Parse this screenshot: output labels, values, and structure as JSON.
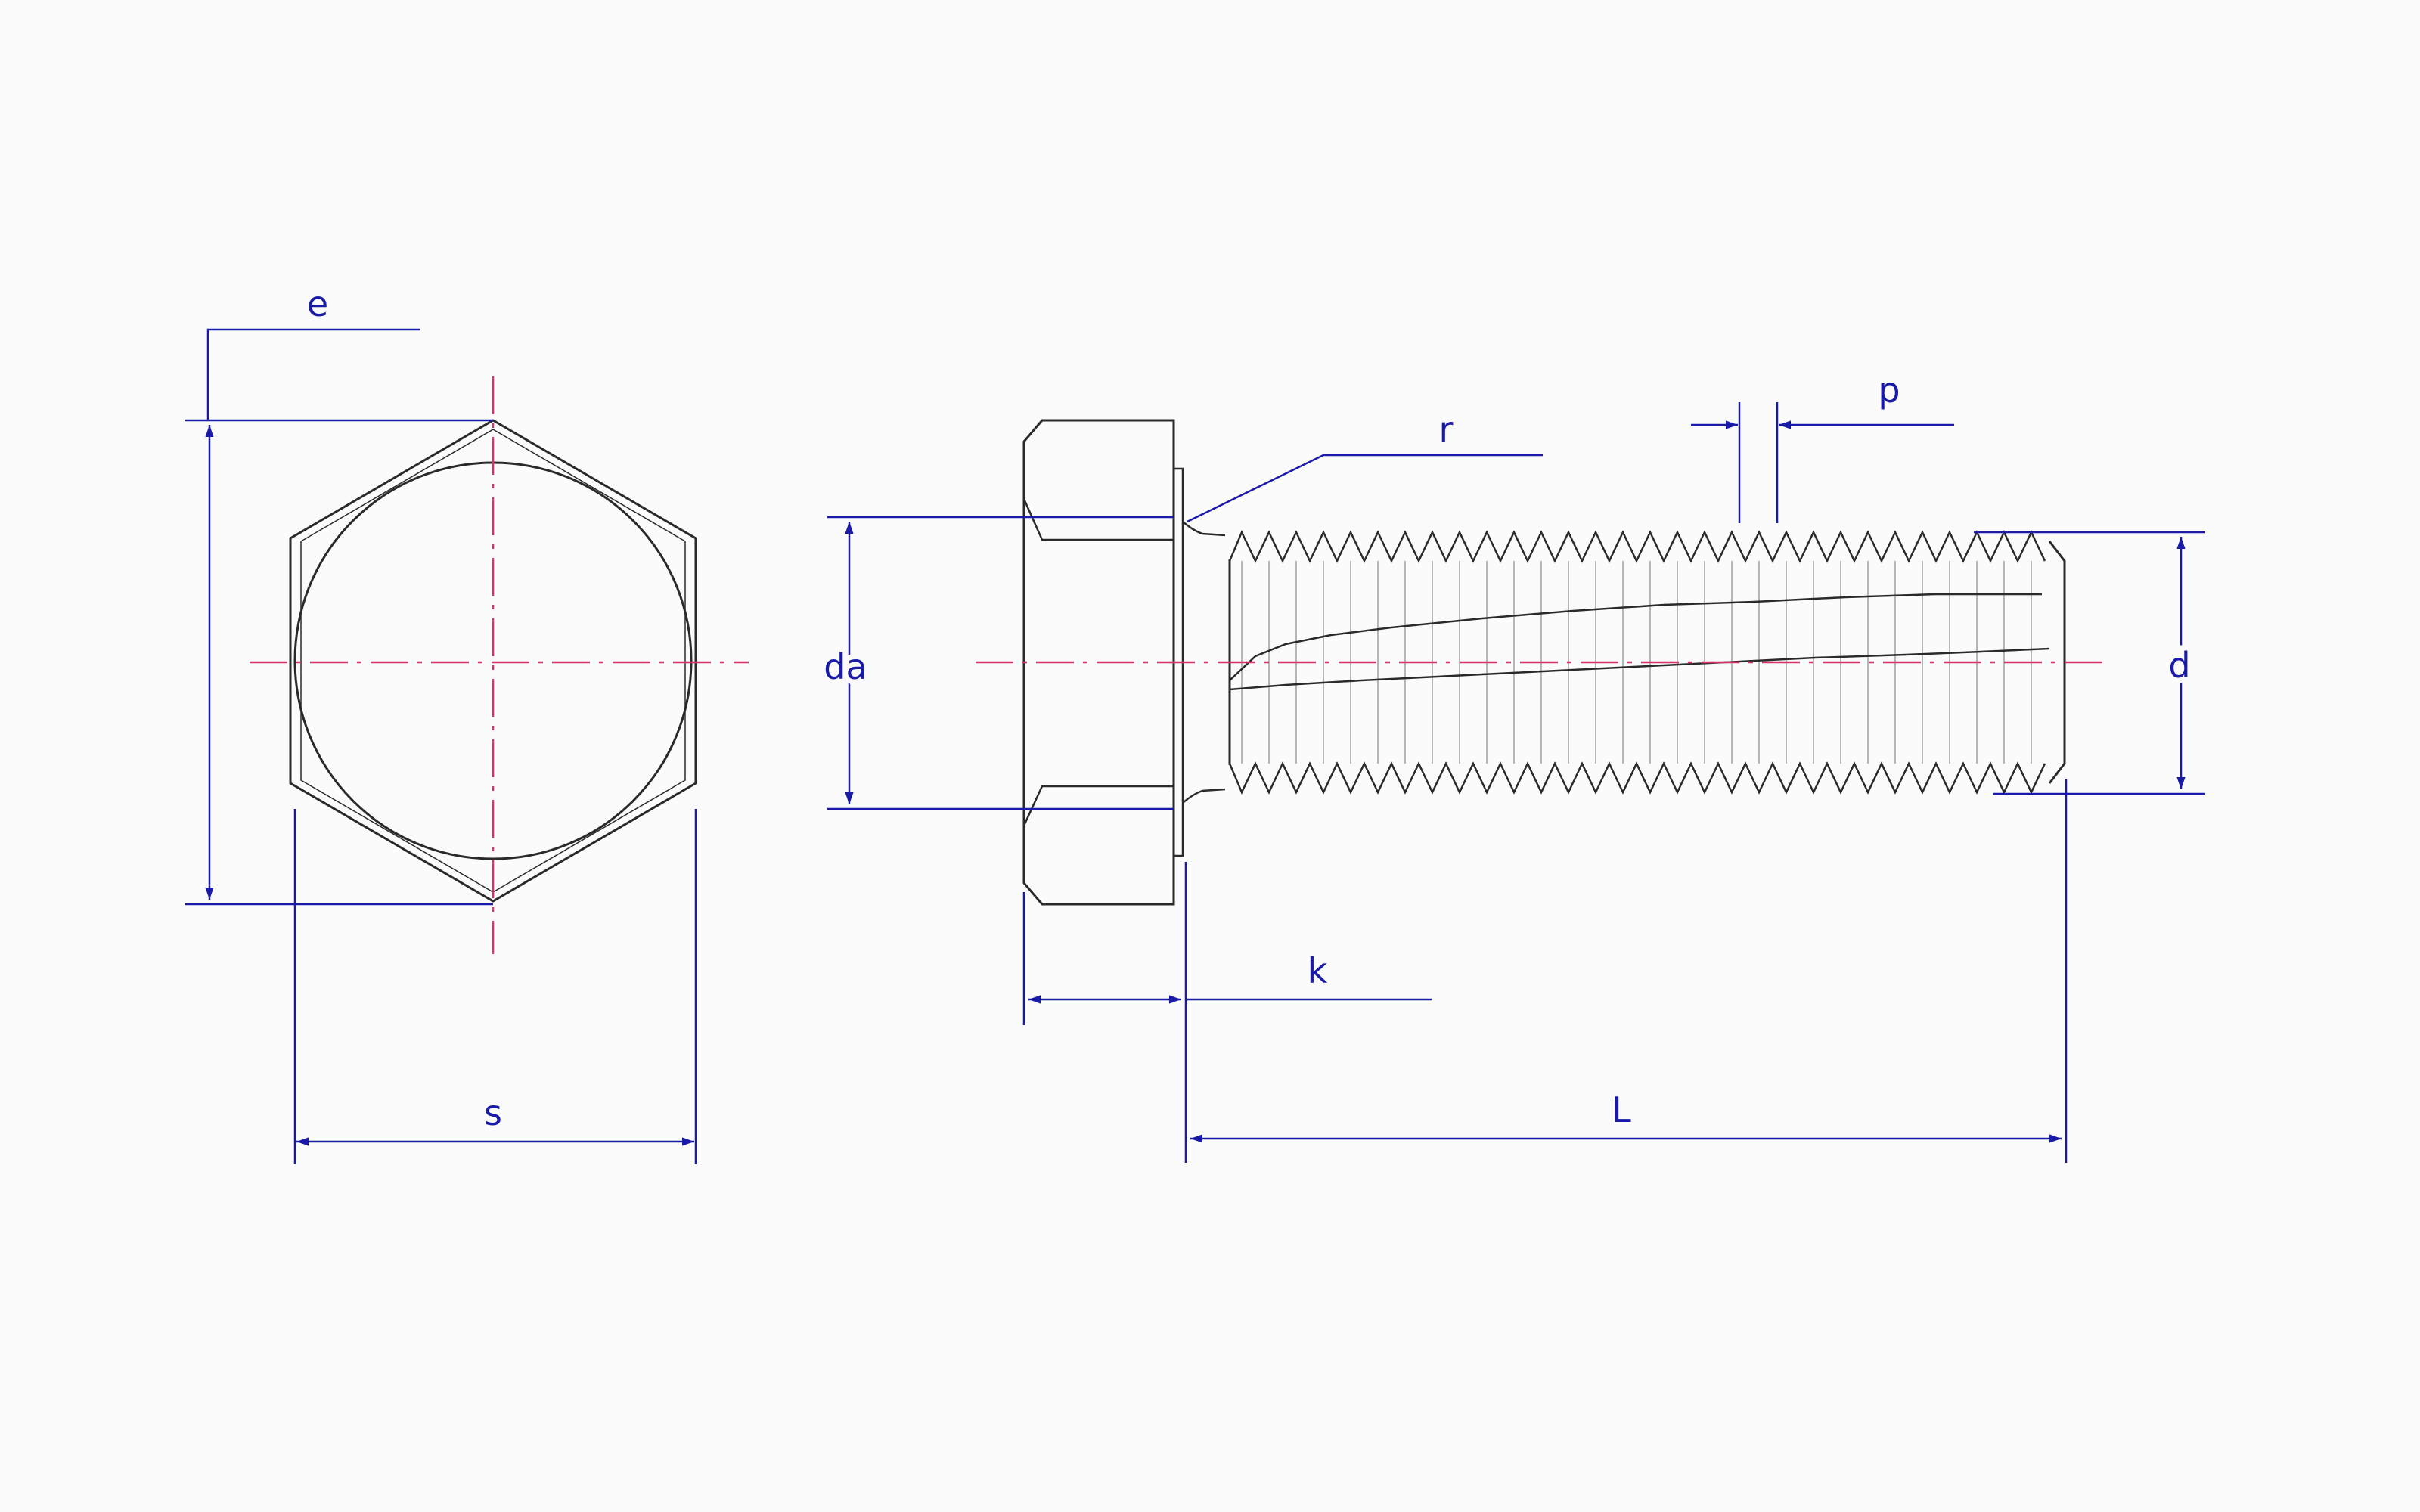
{
  "labels": {
    "e": "e",
    "s": "s",
    "da": "da",
    "r": "r",
    "p": "p",
    "d": "d",
    "k": "k",
    "L": "L"
  },
  "colors": {
    "background": "#fbfbfb",
    "outline": "#2a2a2a",
    "dimension": "#1a1aa8",
    "centerline": "#d6336c"
  }
}
